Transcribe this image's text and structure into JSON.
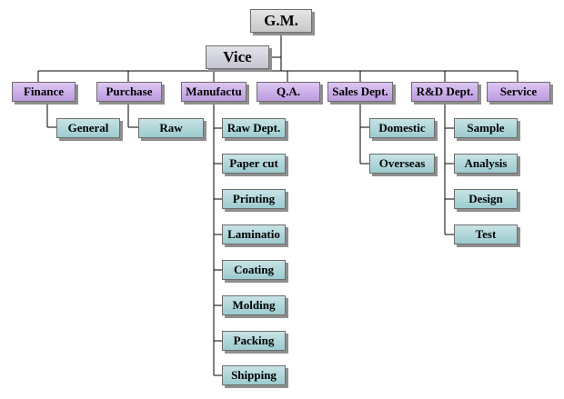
{
  "chart": {
    "gm": "G.M.",
    "vice": "Vice",
    "departments": [
      {
        "label": "Finance",
        "subs": [
          "General"
        ]
      },
      {
        "label": "Purchase",
        "subs": [
          "Raw"
        ]
      },
      {
        "label": "Manufactu",
        "subs": [
          "Raw Dept.",
          "Paper cut",
          "Printing",
          "Laminatio",
          "Coating",
          "Molding",
          "Packing",
          "Shipping"
        ]
      },
      {
        "label": "Q.A.",
        "subs": []
      },
      {
        "label": "Sales Dept.",
        "subs": [
          "Domestic",
          "Overseas"
        ]
      },
      {
        "label": "R&D Dept.",
        "subs": [
          "Sample",
          "Analysis",
          "Design",
          "Test"
        ]
      },
      {
        "label": "Service",
        "subs": []
      }
    ]
  },
  "colors": {
    "dept": "#c9a9ea",
    "sub": "#aed5d8",
    "top": "#d6d6d6",
    "line": "#000000"
  }
}
